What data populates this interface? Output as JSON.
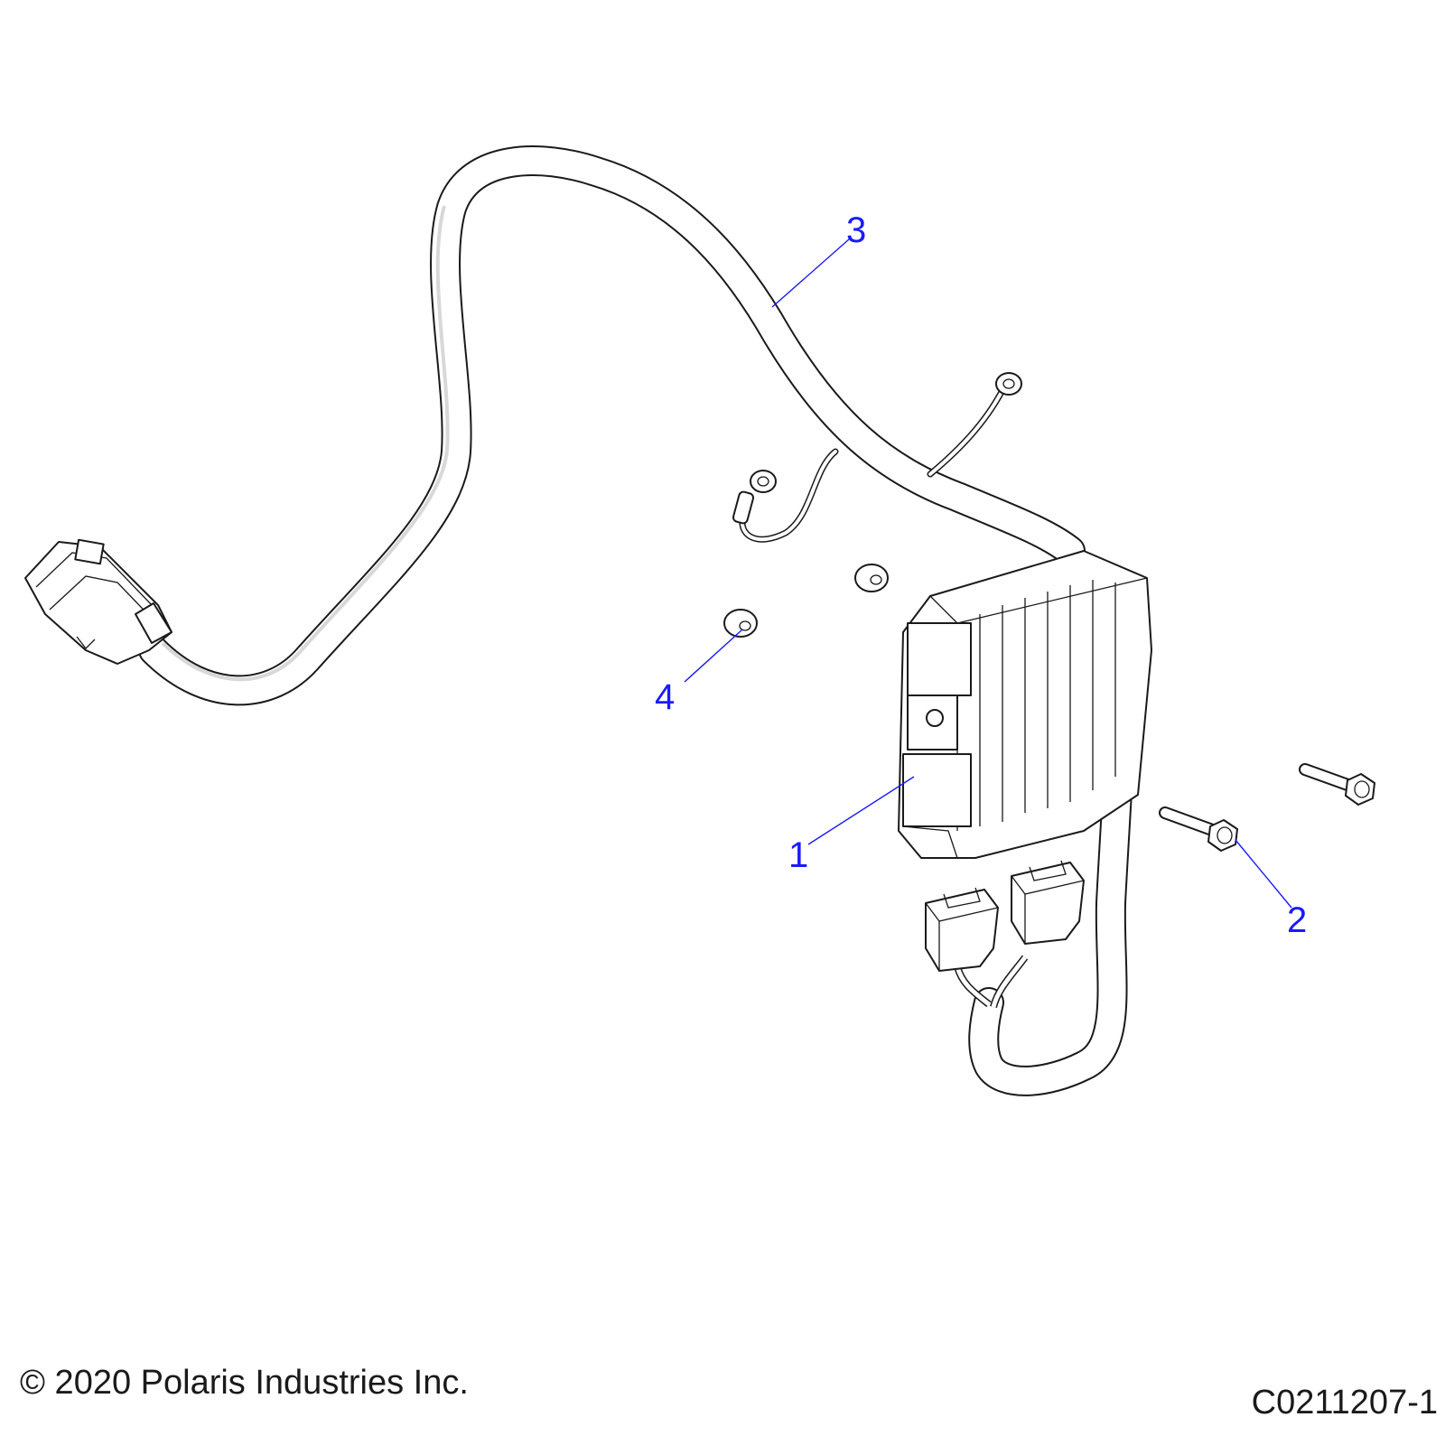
{
  "callouts": [
    {
      "id": "1",
      "label": "1"
    },
    {
      "id": "2",
      "label": "2"
    },
    {
      "id": "3",
      "label": "3"
    },
    {
      "id": "4",
      "label": "4"
    }
  ],
  "footer": {
    "copyright": "© 2020 Polaris Industries Inc.",
    "figure_code": "C0211207-1"
  },
  "colors": {
    "callout": "#1a1aff",
    "linework": "#1a1a1a"
  }
}
